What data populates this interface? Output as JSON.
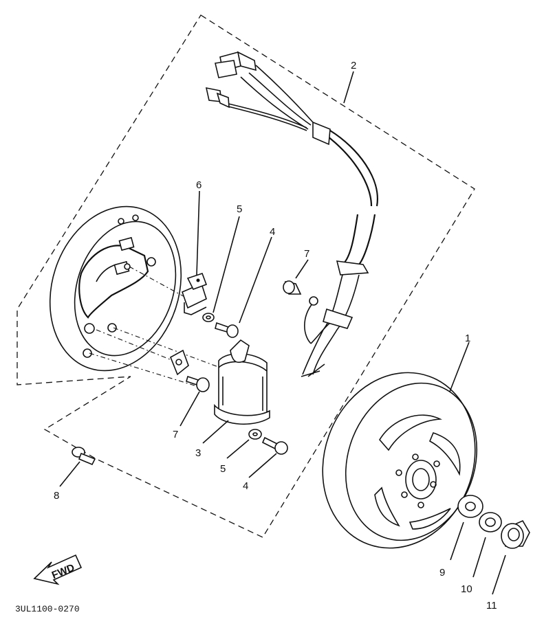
{
  "diagram": {
    "callouts": [
      {
        "id": "1",
        "label": "1"
      },
      {
        "id": "2",
        "label": "2"
      },
      {
        "id": "3",
        "label": "3"
      },
      {
        "id": "4a",
        "label": "4"
      },
      {
        "id": "4b",
        "label": "4"
      },
      {
        "id": "5a",
        "label": "5"
      },
      {
        "id": "5b",
        "label": "5"
      },
      {
        "id": "6",
        "label": "6"
      },
      {
        "id": "7a",
        "label": "7"
      },
      {
        "id": "7b",
        "label": "7"
      },
      {
        "id": "8",
        "label": "8"
      },
      {
        "id": "9",
        "label": "9"
      },
      {
        "id": "10",
        "label": "10"
      },
      {
        "id": "11",
        "label": "11"
      }
    ],
    "direction_arrow": "FWD",
    "drawing_code": "3UL1100-0270"
  }
}
